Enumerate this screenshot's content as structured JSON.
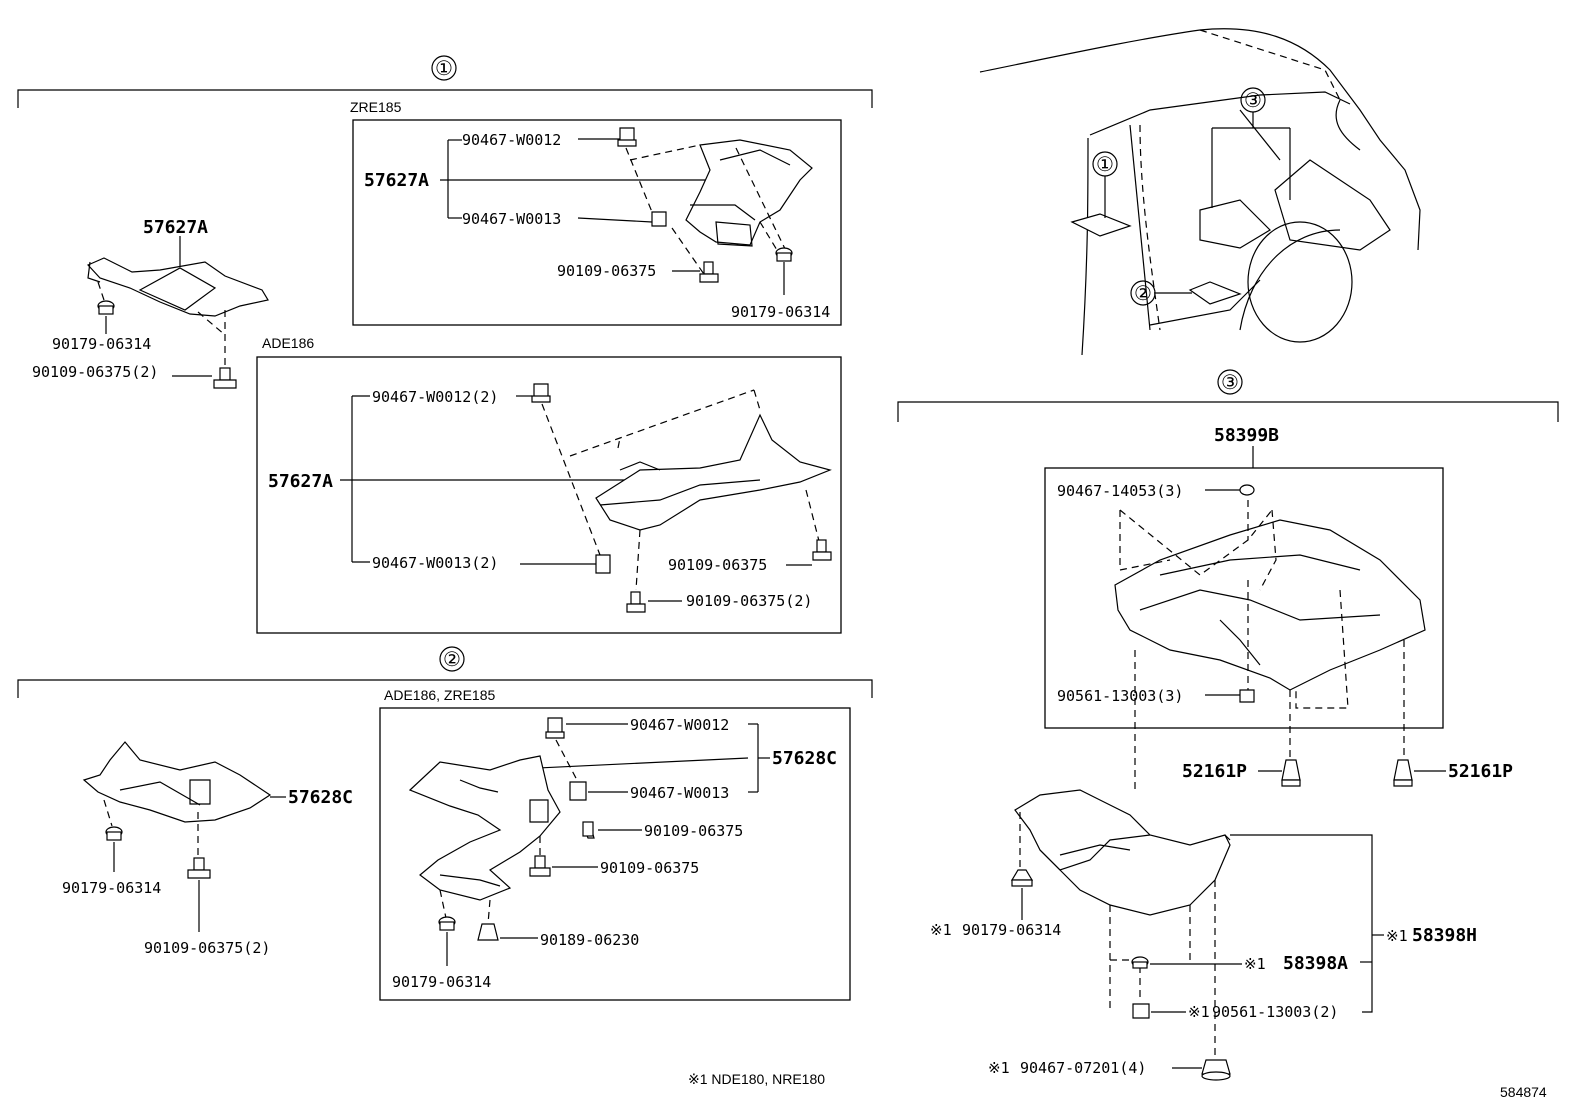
{
  "sections": {
    "s1": {
      "label": "①"
    },
    "s2": {
      "label": "②"
    },
    "s3": {
      "label": "③"
    }
  },
  "boxes": {
    "zre185": "ZRE185",
    "ade186": "ADE186",
    "ade186_zre185": "ADE186, ZRE185"
  },
  "car": {
    "callout1": "①",
    "callout2": "②",
    "callout3": "③"
  },
  "parts": {
    "s1_main": "57627A",
    "s1_left_nut": "90179-06314",
    "s1_left_bolt": "90109-06375(2)",
    "zre_main": "57627A",
    "zre_clip1": "90467-W0012",
    "zre_clip2": "90467-W0013",
    "zre_bolt": "90109-06375",
    "zre_nut": "90179-06314",
    "ade_main": "57627A",
    "ade_clip1": "90467-W0012(2)",
    "ade_clip2": "90467-W0013(2)",
    "ade_bolt1": "90109-06375",
    "ade_bolt2": "90109-06375(2)",
    "s2_main": "57628C",
    "s2_left_nut": "90179-06314",
    "s2_left_bolt": "90109-06375(2)",
    "b2_main": "57628C",
    "b2_clip1": "90467-W0012",
    "b2_clip2": "90467-W0013",
    "b2_bolt1": "90109-06375",
    "b2_bolt2": "90109-06375",
    "b2_nut2": "90189-06230",
    "b2_nut": "90179-06314",
    "s3_main": "58399B",
    "s3_clip_top": "90467-14053(3)",
    "s3_nut_bot": "90561-13003(3)",
    "s3_rivet_l": "52161P",
    "s3_rivet_r": "52161P",
    "s3_asm": "58398H",
    "s3_asm_mark": "※1",
    "s3_cover": "58398A",
    "s3_cover_mark": "※1",
    "s3_nut_l": "90179-06314",
    "s3_nut_l_mark": "※1",
    "s3_nut_2": "90561-13003(2)",
    "s3_nut_2_mark": "※1",
    "s3_clip_bot": "90467-07201(4)",
    "s3_clip_bot_mark": "※1"
  },
  "footnote": "※1 NDE180, NRE180",
  "diagram_id": "584874"
}
